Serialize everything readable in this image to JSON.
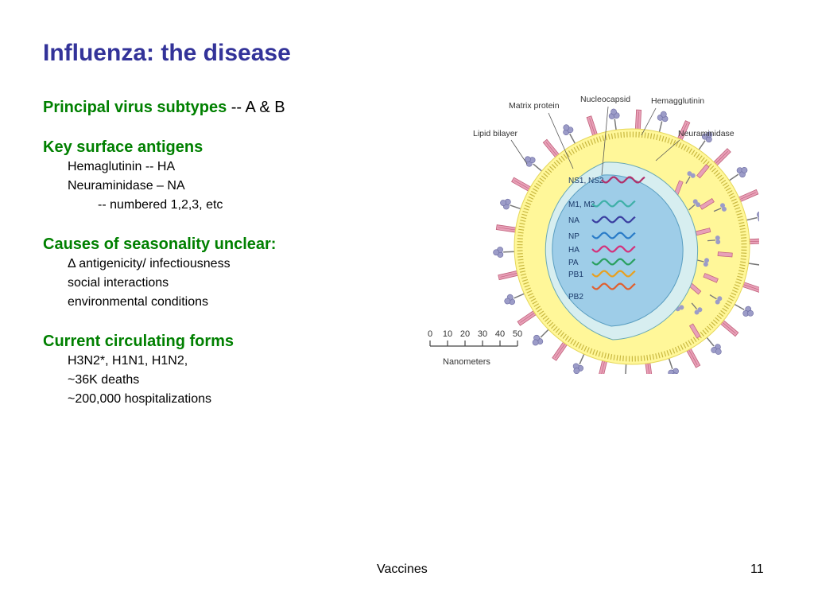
{
  "slide": {
    "title": "Influenza: the disease",
    "sections": [
      {
        "heading": "Principal virus subtypes",
        "heading_suffix": " -- A & B",
        "items": []
      },
      {
        "heading": "Key surface antigens",
        "items": [
          "Hemaglutinin -- HA",
          "Neuraminidase – NA"
        ],
        "subitems": [
          "-- numbered 1,2,3, etc"
        ]
      },
      {
        "heading": "Causes of seasonality unclear:",
        "items": [
          "Δ antigenicity/ infectiousness",
          "social interactions",
          "environmental conditions"
        ]
      },
      {
        "heading": "Current circulating forms",
        "items": [
          "H3N2*, H1N1, H1N2,",
          "~36K deaths",
          "~200,000 hospitalizations"
        ]
      }
    ],
    "footer": {
      "center": "Vaccines",
      "page": "11"
    }
  },
  "figure": {
    "labels": {
      "matrix_protein": "Matrix protein",
      "nucleocapsid": "Nucleocapsid",
      "hemagglutinin": "Hemagglutinin",
      "lipid_bilayer": "Lipid bilayer",
      "neuraminidase": "Neuraminidase"
    },
    "segments": [
      "NS1, NS2",
      "M1, M2",
      "NA",
      "NP",
      "HA",
      "PA",
      "PB1",
      "PB2"
    ],
    "scale": {
      "ticks": [
        "0",
        "10",
        "20",
        "30",
        "40",
        "50"
      ],
      "unit": "Nanometers"
    },
    "colors": {
      "envelope": "#fff799",
      "matrix": "#d7eef0",
      "core": "#9ecde8",
      "hemagglutinin": "#e8a0b8",
      "neuraminidase": "#9c9cc8",
      "segment_colors": [
        "#b0306a",
        "#3fb0a8",
        "#3a3ea0",
        "#2a7cc8",
        "#d4307a",
        "#2aa060",
        "#e8a020",
        "#e06030"
      ]
    }
  }
}
